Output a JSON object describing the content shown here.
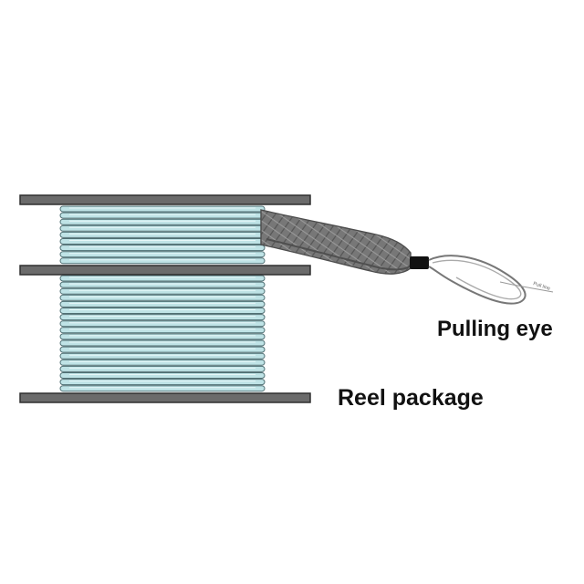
{
  "diagram": {
    "labels": {
      "pulling_eye": "Pulling eye",
      "reel_package": "Reel package",
      "pull_line": "Pull line"
    },
    "colors": {
      "background": "#ffffff",
      "flange": "#6b6b6b",
      "flange_stroke": "#2f2f2f",
      "cable_fill": "#bfe3e6",
      "cable_stroke": "#4f6f73",
      "cable_highlight": "#e7f7f8",
      "grip": "#7a7a7a",
      "grip_dark": "#555555",
      "grip_light": "#a4a4a4",
      "collar": "#111111",
      "eye_line": "#777777"
    },
    "components": [
      {
        "name": "top flange"
      },
      {
        "name": "middle flange"
      },
      {
        "name": "bottom flange"
      },
      {
        "name": "cable windings"
      },
      {
        "name": "mesh grip"
      },
      {
        "name": "pulling eye loop"
      }
    ]
  }
}
